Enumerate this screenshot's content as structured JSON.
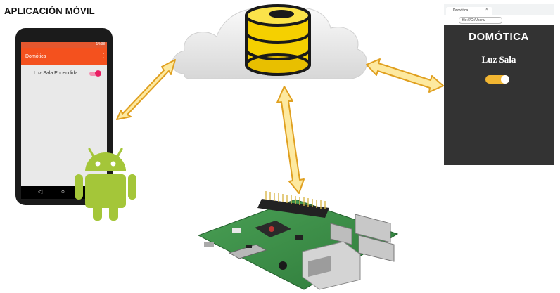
{
  "diagram": {
    "title": "APLICACIÓN MÓVIL"
  },
  "phone": {
    "status_time": "14:38",
    "app_title": "Domótica",
    "menu_icon": "⋮",
    "switch_label": "Luz Sala Encendida",
    "switch_state": "on",
    "nav_back": "◁",
    "nav_home": "○"
  },
  "browser": {
    "tab_title": "Domótica",
    "tab_close": "×",
    "url": "file:///C:/Users/",
    "heading": "DOMÓTICA",
    "subtitle": "Luz Sala",
    "toggle_state": "on"
  },
  "colors": {
    "phone_accent": "#f4511e",
    "switch_pink": "#e91e63",
    "browser_bg": "#333333",
    "toggle": "#f2b632",
    "arrow_fill": "#fde9a0",
    "arrow_stroke": "#e0a020",
    "db_yellow": "#f5d000",
    "android_green": "#a4c639",
    "pcb_green": "#3f8f4a"
  }
}
